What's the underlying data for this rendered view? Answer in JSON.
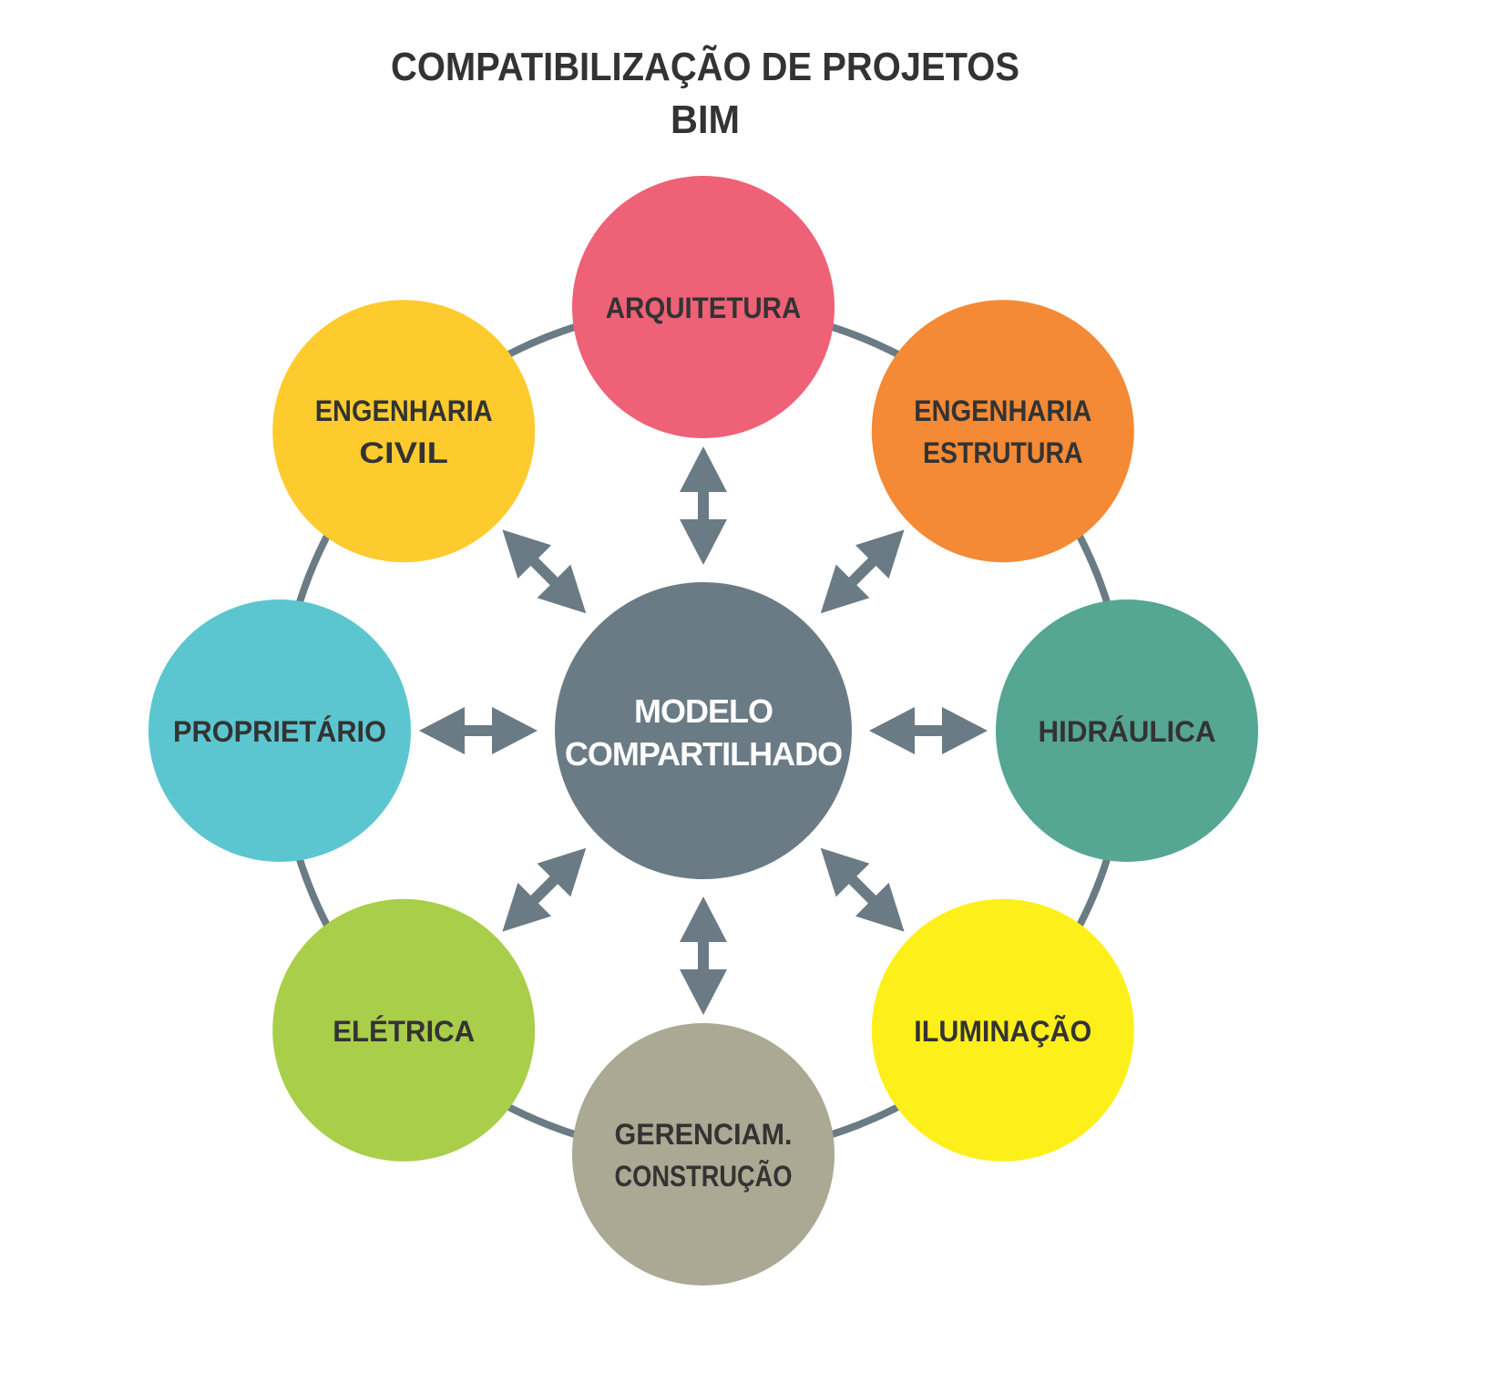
{
  "title": {
    "line1": "COMPATIBILIZAÇÃO DE PROJETOS",
    "line2": "BIM"
  },
  "center": {
    "lines": [
      "MODELO",
      "COMPARTILHADO"
    ],
    "color": "#6b7b85"
  },
  "ring_color": "#6b7b85",
  "arrow_color": "#6b7b85",
  "nodes": [
    {
      "lines": [
        "ARQUITETURA"
      ],
      "color": "#ef6176",
      "angle_deg": -90
    },
    {
      "lines": [
        "ENGENHARIA",
        "ESTRUTURA"
      ],
      "color": "#f48a35",
      "angle_deg": -45
    },
    {
      "lines": [
        "HIDRÁULICA"
      ],
      "color": "#56a694",
      "angle_deg": 0
    },
    {
      "lines": [
        "ILUMINAÇÃO"
      ],
      "color": "#fdf01a",
      "angle_deg": 45
    },
    {
      "lines": [
        "GERENCIAM.",
        "CONSTRUÇÃO"
      ],
      "color": "#aba893",
      "angle_deg": 90
    },
    {
      "lines": [
        "ELÉTRICA"
      ],
      "color": "#a9ce49",
      "angle_deg": 135
    },
    {
      "lines": [
        "PROPRIETÁRIO"
      ],
      "color": "#5cc6d0",
      "angle_deg": 180
    },
    {
      "lines": [
        "ENGENHARIA",
        "CIVIL"
      ],
      "color": "#fecb2e",
      "angle_deg": 225
    }
  ]
}
